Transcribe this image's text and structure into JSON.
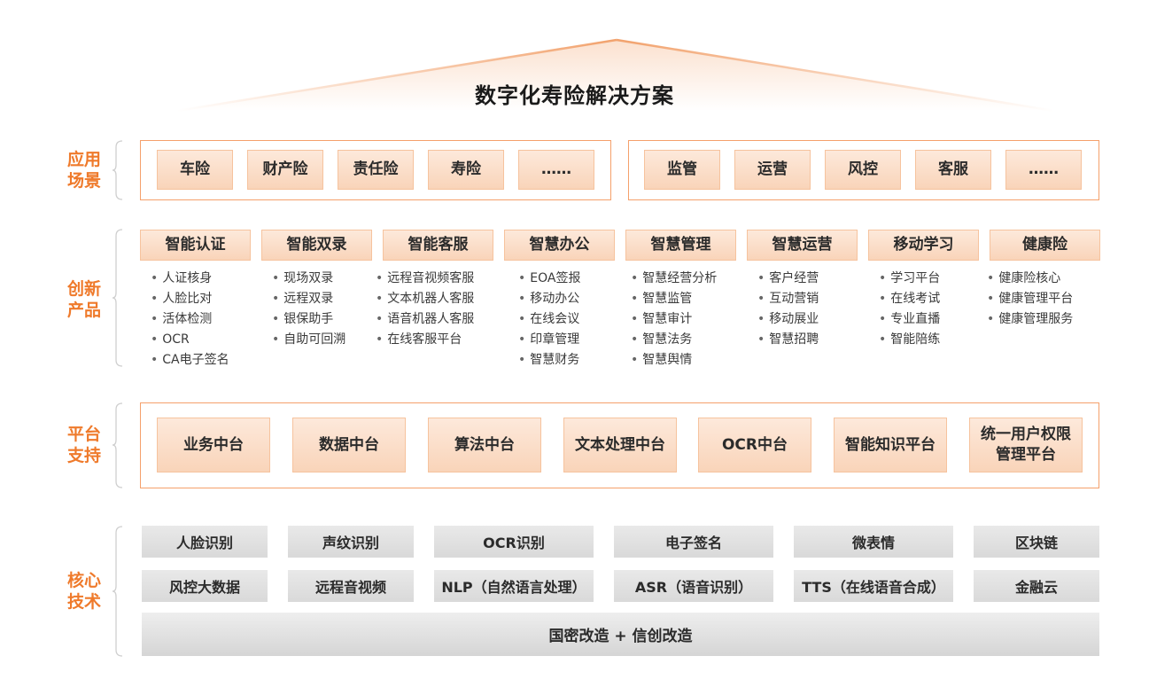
{
  "title": "数字化寿险解决方案",
  "colors": {
    "accent": "#ef7a2b",
    "frame": "#f5a06b",
    "box_fill": "#fbdcc6",
    "tech_fill": "#dedede"
  },
  "rows": {
    "scenes": "应用\n场景",
    "products": "创新\n产品",
    "platform": "平台\n支持",
    "tech": "核心\n技术"
  },
  "scenes": {
    "left": [
      "车险",
      "财产险",
      "责任险",
      "寿险",
      "……"
    ],
    "right": [
      "监管",
      "运营",
      "风控",
      "客服",
      "……"
    ]
  },
  "products": [
    {
      "title": "智能认证",
      "items": [
        "人证核身",
        "人脸比对",
        "活体检测",
        "OCR",
        "CA电子签名"
      ]
    },
    {
      "title": "智能双录",
      "items": [
        "现场双录",
        "远程双录",
        "银保助手",
        "自助可回溯"
      ]
    },
    {
      "title": "智能客服",
      "items": [
        "远程音视频客服",
        "文本机器人客服",
        "语音机器人客服",
        "在线客服平台"
      ]
    },
    {
      "title": "智慧办公",
      "items": [
        "EOA签报",
        "移动办公",
        "在线会议",
        "印章管理",
        "智慧财务"
      ]
    },
    {
      "title": "智慧管理",
      "items": [
        "智慧经营分析",
        "智慧监管",
        "智慧审计",
        "智慧法务",
        "智慧舆情"
      ]
    },
    {
      "title": "智慧运营",
      "items": [
        "客户经营",
        "互动营销",
        "移动展业",
        "智慧招聘"
      ]
    },
    {
      "title": "移动学习",
      "items": [
        "学习平台",
        "在线考试",
        "专业直播",
        "智能陪练"
      ]
    },
    {
      "title": "健康险",
      "items": [
        "健康险核心",
        "健康管理平台",
        "健康管理服务"
      ]
    }
  ],
  "platform": [
    "业务中台",
    "数据中台",
    "算法中台",
    "文本处理中台",
    "OCR中台",
    "智能知识平台",
    "统一用户权限\n管理平台"
  ],
  "tech": {
    "row1": [
      "人脸识别",
      "声纹识别",
      "OCR识别",
      "电子签名",
      "微表情",
      "区块链"
    ],
    "row2": [
      "风控大数据",
      "远程音视频",
      "NLP（自然语言处理）",
      "ASR（语音识别）",
      "TTS（在线语音合成）",
      "金融云"
    ],
    "base": "国密改造 + 信创改造"
  }
}
